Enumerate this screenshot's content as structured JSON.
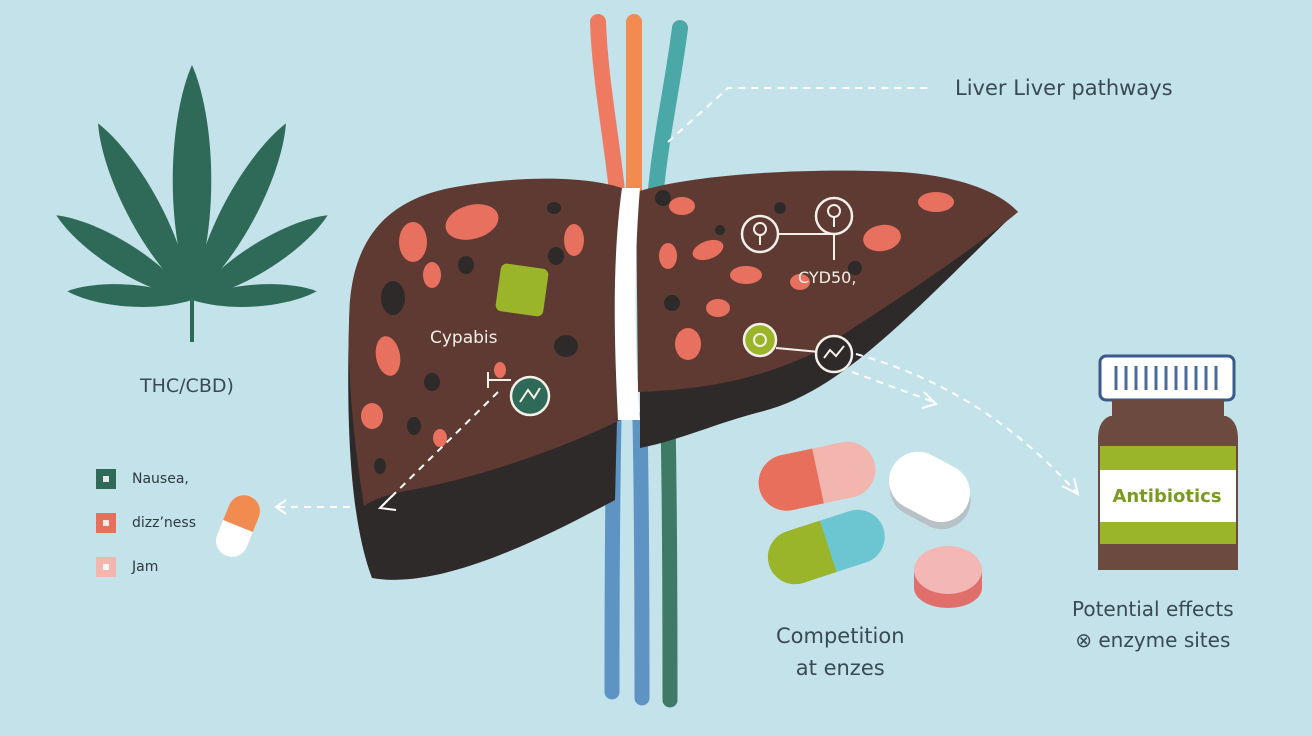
{
  "title": "Liver Liver pathways",
  "leaf_label": "THC/CBD)",
  "liver_labels": {
    "left": "Cypabis",
    "right": "CYD50,"
  },
  "competition": {
    "line1": "Competition",
    "line2": "at enzes"
  },
  "bottle_label": "Antibiotics",
  "potential": {
    "line1": "Potential effects",
    "line2": "⊗ enzyme sites"
  },
  "legend": [
    {
      "label": "Nausea,",
      "color": "#2f6a58"
    },
    {
      "label": "dizz’ness",
      "color": "#e86f5c"
    },
    {
      "label": "Jam",
      "color": "#f2b6ae"
    }
  ],
  "icons": [
    "cannabis-leaf-icon",
    "liver-icon",
    "enzyme-site-icon",
    "capsule-icon",
    "pill-bottle-icon",
    "arrow-icon"
  ],
  "colors": {
    "background": "#c3e2ea",
    "liver": "#5e3a32",
    "liver_shadow": "#2f2a2a",
    "spot": "#e8705f",
    "leaf": "#2f6a58",
    "vessel_red": "#ee7a62",
    "vessel_orange": "#f28b50",
    "vessel_teal": "#4aa8a6",
    "vessel_blue": "#5e94c4",
    "vessel_green": "#3f7a66",
    "accent_green": "#9ab52a"
  }
}
